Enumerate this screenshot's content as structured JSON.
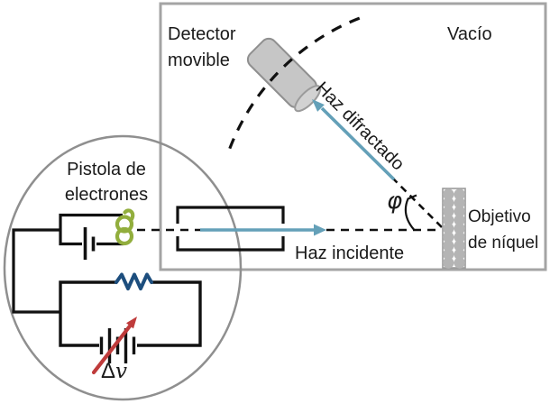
{
  "labels": {
    "detector": "Detector movible",
    "vacuum": "Vacío",
    "diffracted_beam": "Haz difractado",
    "incident_beam": "Haz incidente",
    "angle": "φ",
    "target": "Objetivo de níquel",
    "electron_gun": "Pistola de electrones",
    "voltage_delta": "Δ",
    "voltage_v": "v"
  },
  "colors": {
    "beam": "#64a0b8",
    "coil": "#92ae3d",
    "resistor": "#1d4e7e",
    "voltage_arrow": "#bf3b3b",
    "chamber_border": "#a4a4a4",
    "gun_ellipse": "#8f8f8f",
    "detector_fill": "#c6c6c6",
    "detector_stroke": "#8f8f8f",
    "atom": "#b4b4b4"
  }
}
